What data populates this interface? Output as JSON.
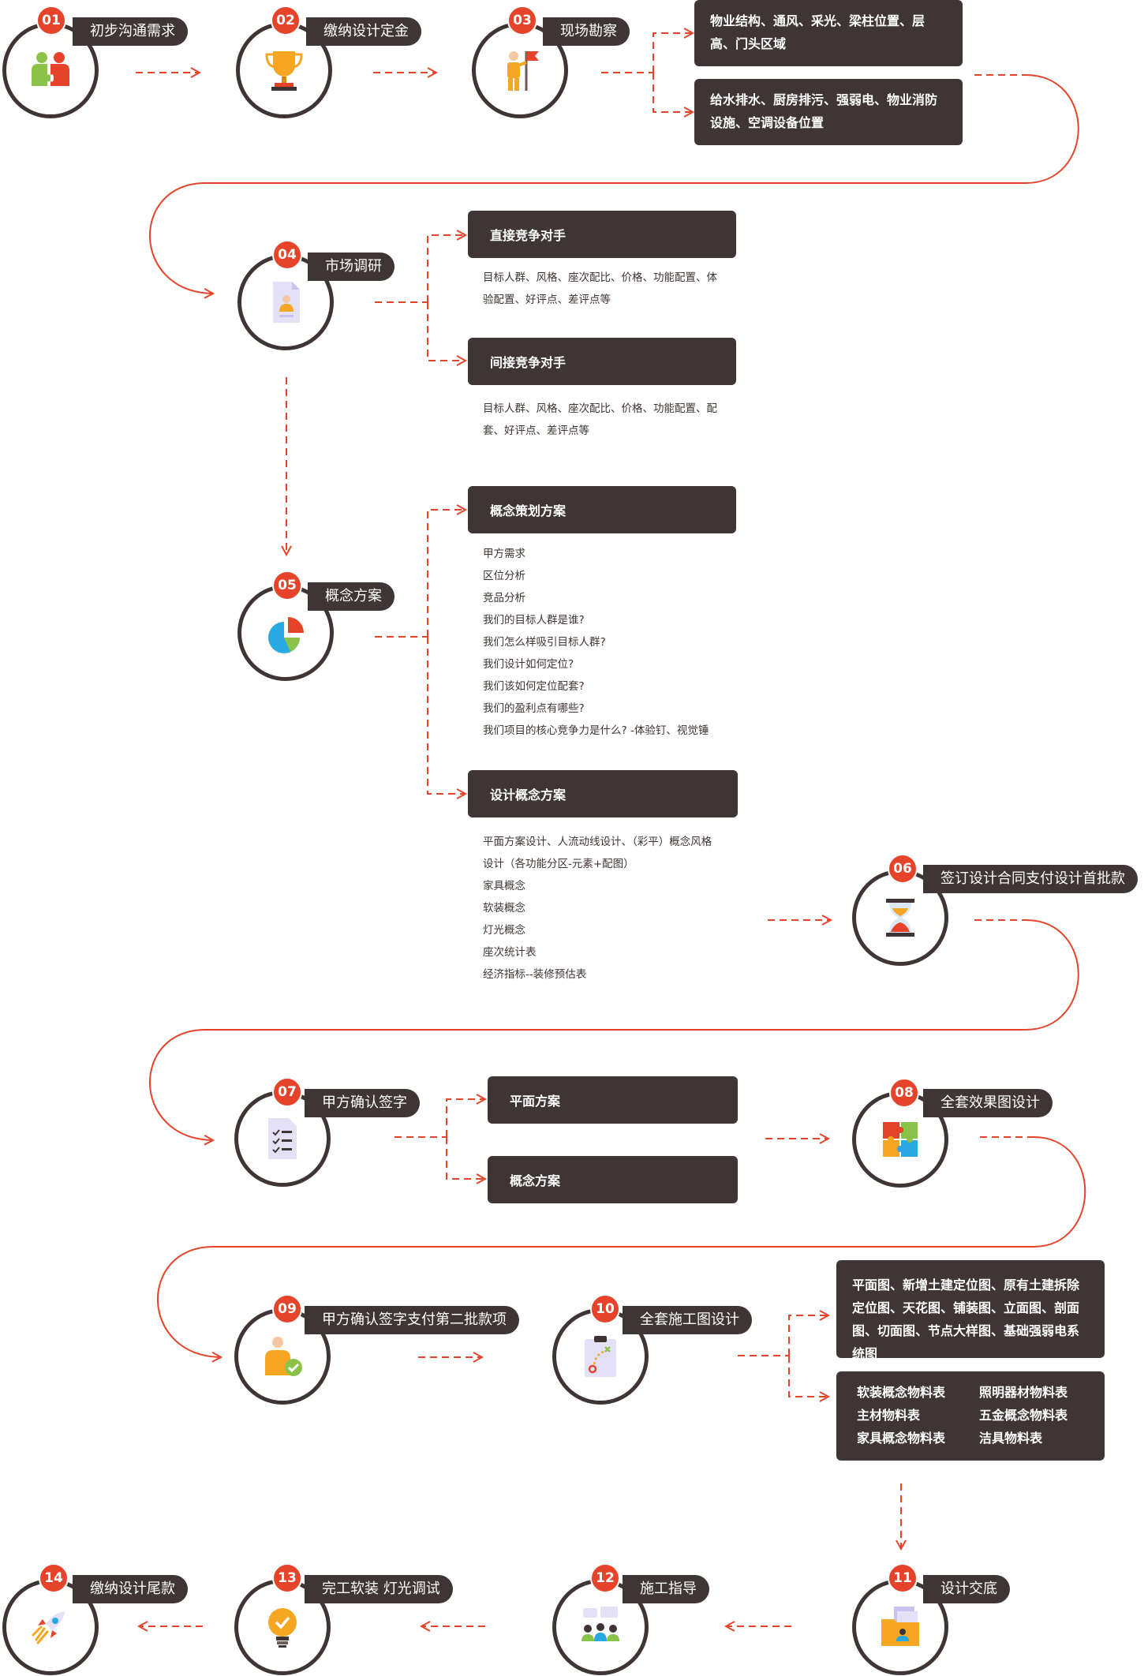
{
  "steps": [
    {
      "num": "01",
      "label": "初步沟通需求",
      "icon": "people-puzzle-icon"
    },
    {
      "num": "02",
      "label": "缴纳设计定金",
      "icon": "trophy-icon"
    },
    {
      "num": "03",
      "label": "现场勘察",
      "icon": "flag-person-icon"
    },
    {
      "num": "04",
      "label": "市场调研",
      "icon": "document-person-icon"
    },
    {
      "num": "05",
      "label": "概念方案",
      "icon": "pie-chart-icon"
    },
    {
      "num": "06",
      "label": "签订设计合同支付设计首批款",
      "icon": "hourglass-icon"
    },
    {
      "num": "07",
      "label": "甲方确认签字",
      "icon": "checklist-icon"
    },
    {
      "num": "08",
      "label": "全套效果图设计",
      "icon": "puzzle-icon"
    },
    {
      "num": "09",
      "label": "甲方确认签字支付第二批款项",
      "icon": "person-check-icon"
    },
    {
      "num": "10",
      "label": "全套施工图设计",
      "icon": "strategy-board-icon"
    },
    {
      "num": "11",
      "label": "设计交底",
      "icon": "folder-person-icon"
    },
    {
      "num": "12",
      "label": "施工指导",
      "icon": "team-chat-icon"
    },
    {
      "num": "13",
      "label": "完工软装 灯光调试",
      "icon": "lightbulb-check-icon"
    },
    {
      "num": "14",
      "label": "缴纳设计尾款",
      "icon": "rocket-icon"
    }
  ],
  "survey": {
    "box1": "物业结构、通风、采光、梁柱位置、层高、门头区域",
    "box2": "给水排水、厨房排污、强弱电、物业消防设施、空调设备位置"
  },
  "market": {
    "direct_title": "直接竞争对手",
    "direct_lines": [
      "目标人群、风格、座次配比、价格、功能配置、体",
      "验配置、好评点、差评点等"
    ],
    "indirect_title": "间接竞争对手",
    "indirect_lines": [
      "目标人群、风格、座次配比、价格、功能配置、配",
      "套、好评点、差评点等"
    ]
  },
  "concept": {
    "plan_title": "概念策划方案",
    "plan_lines": [
      "甲方需求",
      "区位分析",
      "竞品分析",
      "我们的目标人群是谁?",
      "我们怎么样吸引目标人群?",
      "我们设计如何定位?",
      "我们该如何定位配套?",
      "我们的盈利点有哪些?",
      "我们项目的核心竞争力是什么? -体验钉、视觉锤"
    ],
    "design_title": "设计概念方案",
    "design_lines": [
      "平面方案设计、人流动线设计、（彩平）概念风格",
      "设计（各功能分区-元素+配图）",
      "家具概念",
      "软装概念",
      "灯光概念",
      "座次统计表",
      "经济指标--装修预估表"
    ]
  },
  "confirm": {
    "box1": "平面方案",
    "box2": "概念方案"
  },
  "construction": {
    "drawings": "平面图、新增土建定位图、原有土建拆除定位图、天花图、铺装图、立面图、剖面图、切面图、节点大样图、基础强弱电系统图",
    "materials": [
      "软装概念物料表",
      "照明器材物料表",
      "主材物料表",
      "五金概念物料表",
      "家具概念物料表",
      "洁具物料表"
    ]
  },
  "colors": {
    "accent": "#e5442b",
    "dark": "#3f3534"
  }
}
